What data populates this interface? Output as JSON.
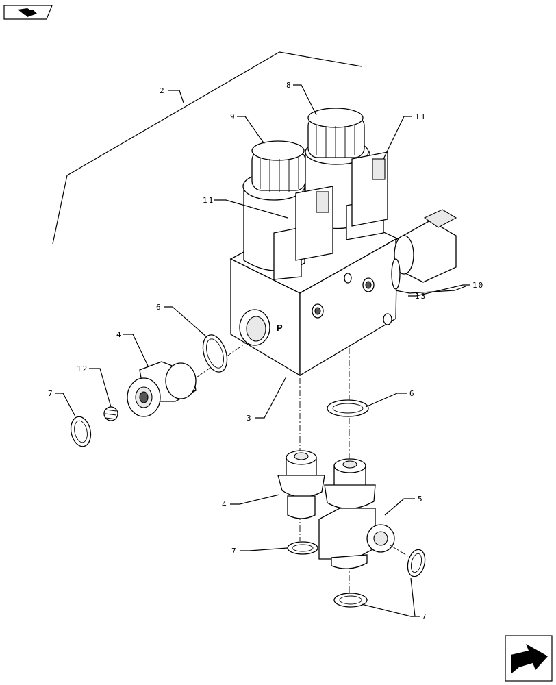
{
  "callouts": {
    "c2": "2",
    "c8": "8",
    "c9": "9",
    "c11a": "11",
    "c11b": "11",
    "c10": "10",
    "c13": "13",
    "c6a": "6",
    "c4a": "4",
    "c12": "12",
    "c7a": "7",
    "c3": "3",
    "c6b": "6",
    "c4b": "4",
    "c5": "5",
    "c7b": "7",
    "c7c": "7"
  },
  "port_label": "P",
  "icons": {
    "top_left": "book-hand-icon",
    "bottom_right": "next-page-arrow-icon"
  }
}
